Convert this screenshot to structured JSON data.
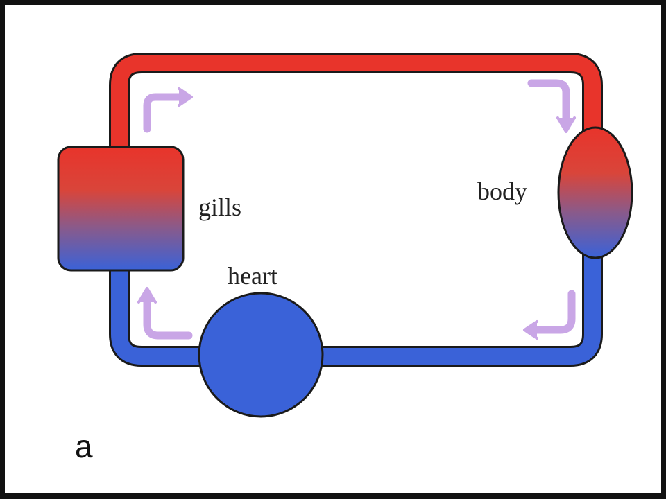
{
  "labels": {
    "gills": "gills",
    "body": "body",
    "heart": "heart",
    "panel": "a"
  },
  "colors": {
    "oxygenated": "#e8342b",
    "deoxygenated": "#3a62d8",
    "outline": "#1a1a1a",
    "flow_arrow": "#c9a6e6",
    "border": "#111111"
  },
  "flow_arrows": [
    {
      "name": "arrow-up-right",
      "direction": "up-then-right"
    },
    {
      "name": "arrow-right-down",
      "direction": "right-then-down"
    },
    {
      "name": "arrow-down-left",
      "direction": "down-then-left"
    },
    {
      "name": "arrow-left-up",
      "direction": "left-then-up"
    }
  ]
}
